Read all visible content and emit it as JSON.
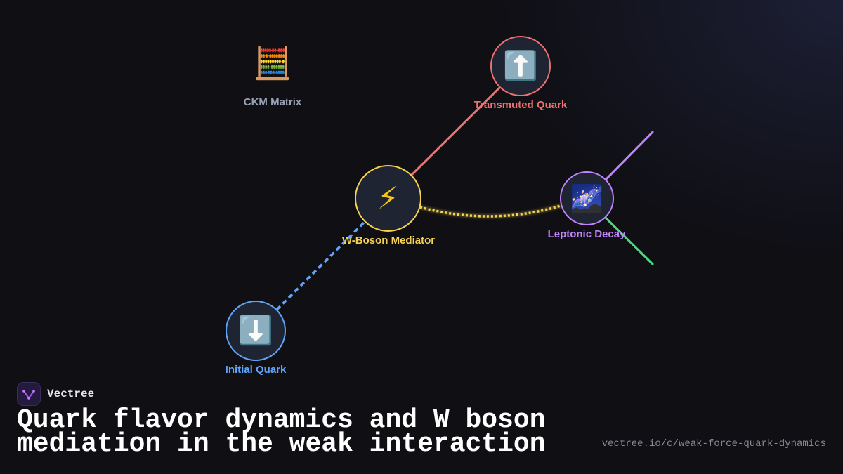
{
  "nodes": {
    "ckm": {
      "label": "CKM Matrix",
      "icon": "abacus-icon",
      "glyph": "🧮",
      "color": "#9aa3b5"
    },
    "transmuted": {
      "label": "Transmuted Quark",
      "icon": "up-arrow-icon",
      "glyph": "⬆️",
      "color": "#f07171"
    },
    "wboson": {
      "label": "W-Boson Mediator",
      "icon": "lightning-icon",
      "glyph": "⚡",
      "color": "#f5d34f"
    },
    "leptonic": {
      "label": "Leptonic Decay",
      "icon": "milky-way-icon",
      "glyph": "🌌",
      "color": "#c084fc"
    },
    "initial": {
      "label": "Initial Quark",
      "icon": "down-arrow-icon",
      "glyph": "⬇️",
      "color": "#60a5fa"
    }
  },
  "edge_colors": {
    "to_transmuted": "#f07171",
    "from_initial": "#60a5fa",
    "to_leptonic": "#f5d34f",
    "lepton_a": "#c084fc",
    "lepton_b": "#4ade80"
  },
  "brand": {
    "name": "Vectree"
  },
  "title": "Quark flavor dynamics and W boson mediation in the weak interaction",
  "url": "vectree.io/c/weak-force-quark-dynamics"
}
